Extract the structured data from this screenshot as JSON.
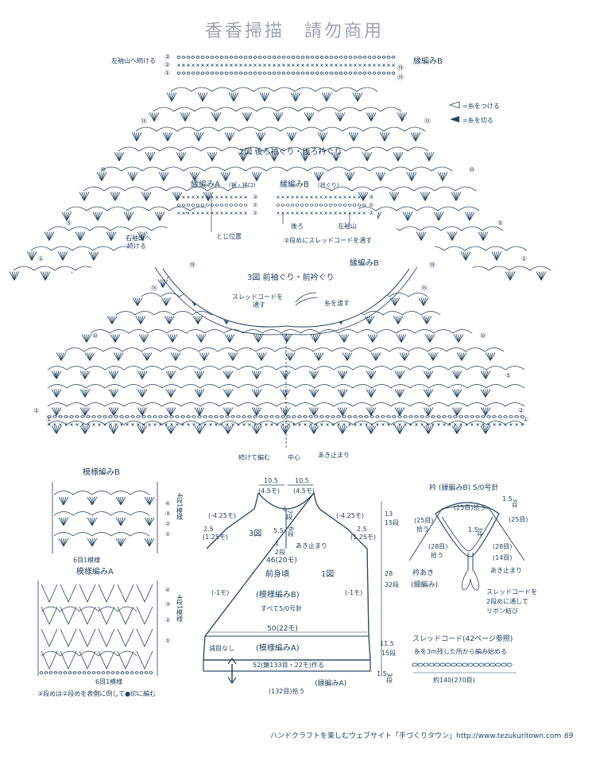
{
  "header": {
    "watermark": "香香掃描　請勿商用"
  },
  "back_chart": {
    "title": "2図 後ろ袖ぐり・後ろ衿ぐり",
    "continue_left": "左袖山へ続ける",
    "edge_label": "縁編みB",
    "legend_attach": "=糸をつける",
    "legend_cut": "=糸を切る",
    "right_sleeve_note_1": "右袖山へ",
    "right_sleeve_note_2": "続ける",
    "row_numbers": [
      "③",
      "②",
      "①",
      "⑲",
      "⑮",
      "⑩",
      "⑤",
      "①"
    ]
  },
  "edge_a": {
    "title": "縁編みA",
    "subtitle": "(裾・袖口)",
    "position": "とじ位置",
    "rows": [
      "③",
      "②",
      "①"
    ]
  },
  "edge_b": {
    "title": "縁編みB",
    "subtitle": "(衿ぐり)",
    "back": "後ろ",
    "left_sleeve": "左袖山",
    "note": "②段めにスレッドコードを通す",
    "rows": [
      "③",
      "②",
      "①"
    ]
  },
  "front_chart": {
    "title": "3図 前袖ぐり・前衿ぐり",
    "edge_label": "縁編みB",
    "thread_cord_1": "スレッドコードを",
    "thread_cord_2": "通す",
    "yarn": "糸を渡す",
    "continue": "続けて編む",
    "center": "中心",
    "opening_end": "あき止まり",
    "row_numbers": [
      "⑲",
      "⑮",
      "⑩",
      "⑤",
      "②",
      "①"
    ]
  },
  "pattern_b": {
    "title": "模様編みB",
    "rows": [
      "④",
      "③",
      "②",
      "①"
    ],
    "repeat": "4段1模様",
    "stitch": "6目1模様"
  },
  "pattern_a": {
    "title": "模様編みA",
    "rows": [
      "④",
      "③",
      "②",
      "①"
    ],
    "repeat": "4段1模様",
    "stitch": "6目1模様",
    "note": "③段めは②段めを表側に倒して●印に編む"
  },
  "schematic": {
    "top_left": "10.5",
    "top_left_sub": "(4.5モ)",
    "top_right": "10.5",
    "top_right_sub": "(4.5モ)",
    "neck_depth_1": "6",
    "neck_depth_1_rows": "7段",
    "left_shoulder": "(-4.25モ)",
    "right_shoulder": "(-4.25モ)",
    "left_armhole": "2.5",
    "left_armhole_sub": "(1.25モ)",
    "right_armhole": "2.5",
    "right_armhole_sub": "(1.25モ)",
    "fig3": "3図",
    "opening_1": "5.5",
    "opening_1_rows": "6段",
    "opening_2": "1",
    "opening_2_rows": "2段",
    "opening_end": "あき止まり",
    "body_label": "前身頃",
    "fig1": "1図",
    "pattern_b": "(模様編みB)",
    "needle": "すべて5/0号針",
    "side_left": "(-1モ)",
    "side_right": "(-1モ)",
    "width_mid": "50(22モ)",
    "width_top": "46(20モ)",
    "pattern_a": "(模様編みA)",
    "no_decrease": "減目なし",
    "cast_on": "52(鎖133目・22モ)作る",
    "pick_up": "(132目)拾う",
    "edge_a": "(縁編みA)",
    "right_dims": [
      "13",
      "15段",
      "28",
      "32段",
      "11.5",
      "15段",
      "1.5",
      "3段"
    ]
  },
  "collar": {
    "title": "衿 (縁編みB) 5/0号針",
    "pick_top": "(25目)拾う",
    "pick_left": "(25目)",
    "pick_left_sub": "拾う",
    "pick_right": "(25目)",
    "dim_1": "1.5",
    "dim_1_rows": "3段",
    "dim_2": "1.5",
    "dim_2_rows": "3段",
    "left_28": "(28目)",
    "left_28_sub": "拾う",
    "right_28": "(28目)",
    "right_14": "(14目)",
    "opening_end": "あき止まり",
    "collar_opening": "衿あき",
    "collar_opening_sub": "(細編み)",
    "cord_note_1": "スレッドコードを",
    "cord_note_2": "2段めに通して",
    "cord_note_3": "リボン結び"
  },
  "thread_cord": {
    "title": "スレッドコード(42ページ参照)",
    "note": "糸を3m残した所から編み始める",
    "length": "約140(270目)"
  },
  "footer": {
    "text": "ハンドクラフトを楽しむウェブサイト「手づくりタウン」http://www.tezukuritown.com",
    "page": "69"
  },
  "colors": {
    "ink": "#24435e",
    "watermark": "#9aa5ae"
  }
}
